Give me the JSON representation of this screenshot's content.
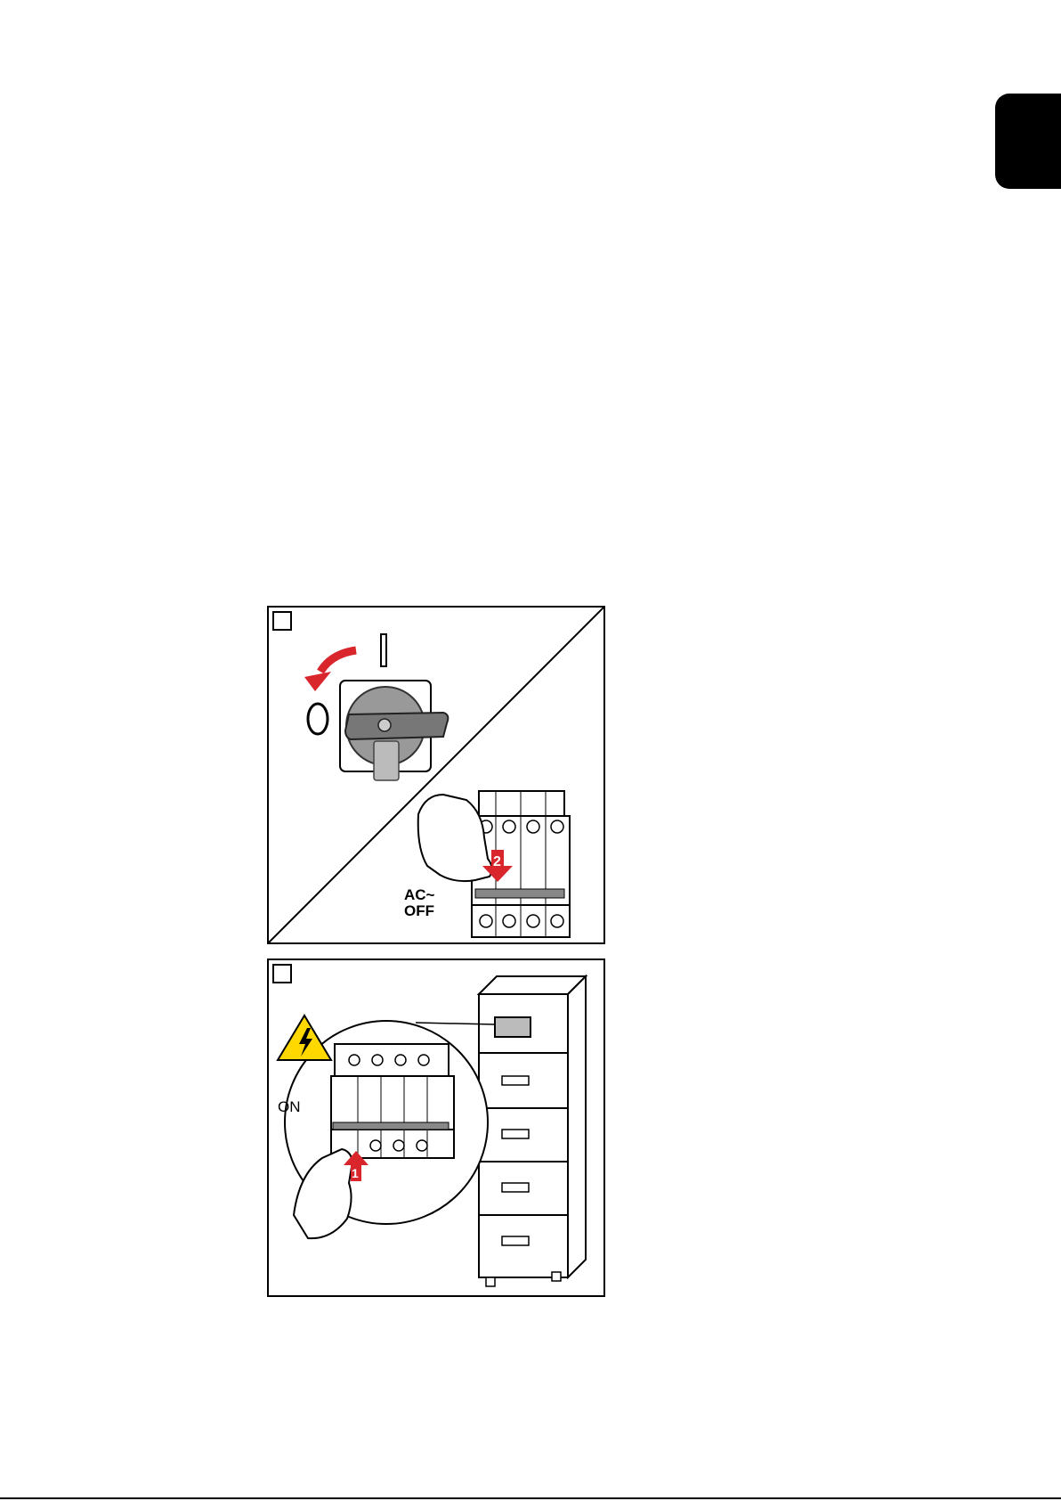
{
  "figure1": {
    "switch_label_on": "I",
    "switch_label_off": "O",
    "breaker_step_number": "2",
    "breaker_label": "AC~\nOFF"
  },
  "figure2": {
    "step_number": "1",
    "breaker_label": "ON"
  },
  "colors": {
    "accent_red": "#d9252c",
    "warning_yellow": "#ffd800"
  }
}
